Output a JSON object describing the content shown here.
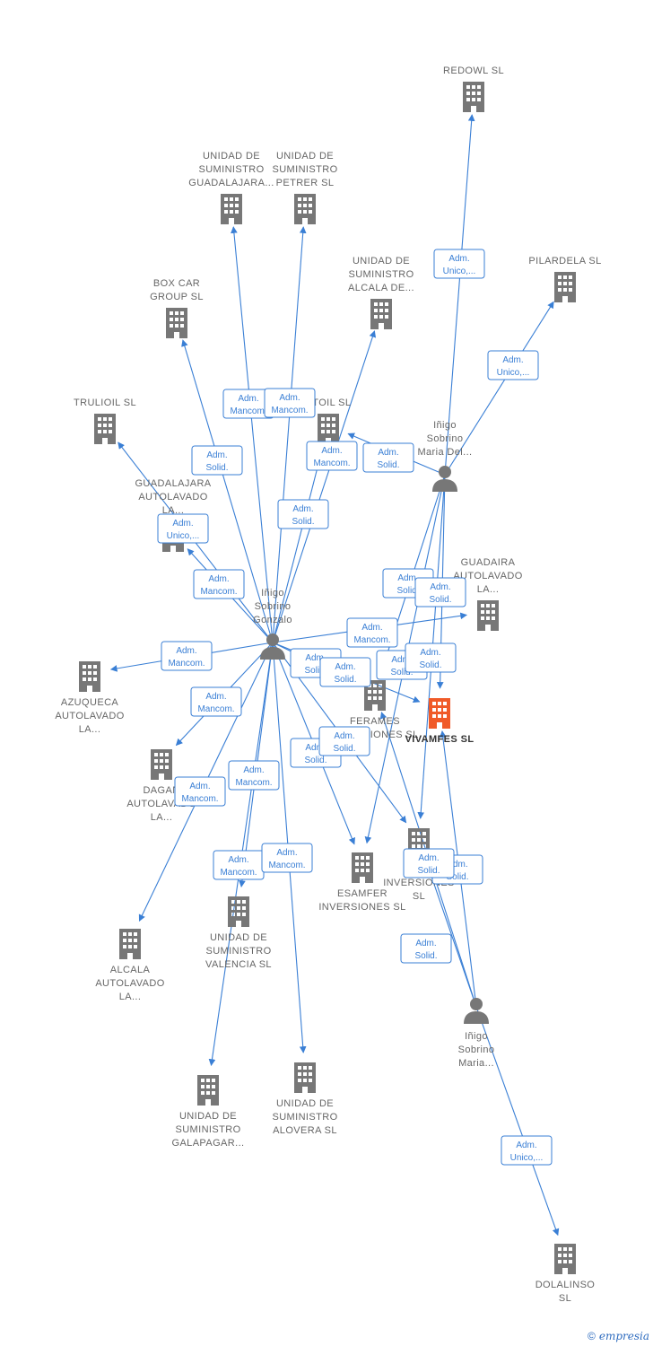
{
  "colors": {
    "edge": "#3a7fd5",
    "company": "#777777",
    "main_company": "#f05a28",
    "person": "#777777"
  },
  "nodes": [
    {
      "id": "redowl",
      "type": "company",
      "lines": [
        "REDOWL  SL"
      ]
    },
    {
      "id": "pilardela",
      "type": "company",
      "lines": [
        "PILARDELA  SL"
      ]
    },
    {
      "id": "guadalajara_sum",
      "type": "company",
      "lines": [
        "UNIDAD DE",
        "SUMINISTRO",
        "GUADALAJARA..."
      ]
    },
    {
      "id": "petrer",
      "type": "company",
      "lines": [
        "UNIDAD DE",
        "SUMINISTRO",
        "PETRER  SL"
      ]
    },
    {
      "id": "alcala_sum",
      "type": "company",
      "lines": [
        "UNIDAD DE",
        "SUMINISTRO",
        "ALCALA DE..."
      ]
    },
    {
      "id": "boxcar",
      "type": "company",
      "lines": [
        "BOX CAR",
        "GROUP  SL"
      ]
    },
    {
      "id": "trulioil",
      "type": "company",
      "lines": [
        "TRULIOIL  SL"
      ]
    },
    {
      "id": "etoil",
      "type": "company",
      "lines": [
        "ETOIL  SL"
      ]
    },
    {
      "id": "guadalajara_auto",
      "type": "company",
      "lines": [
        "GUADALAJARA",
        "AUTOLAVADO",
        "LA..."
      ]
    },
    {
      "id": "p_inigo_del",
      "type": "person",
      "lines": [
        "Iñigo",
        "Sobrino",
        "Maria Del..."
      ]
    },
    {
      "id": "guadaira",
      "type": "company",
      "lines": [
        "GUADAIRA",
        "AUTOLAVADO",
        "LA..."
      ]
    },
    {
      "id": "p_gonzalo",
      "type": "person",
      "lines": [
        "Iñigo",
        "Sobrino",
        "Gonzalo"
      ]
    },
    {
      "id": "azuqueca",
      "type": "company",
      "lines": [
        "AZUQUECA",
        "AUTOLAVADO",
        "LA..."
      ]
    },
    {
      "id": "ferames",
      "type": "company",
      "lines": [
        "FERAMES",
        "INVERSIONES SL"
      ]
    },
    {
      "id": "vivamfes",
      "type": "main",
      "lines": [
        "VIVAMFES  SL"
      ]
    },
    {
      "id": "dagan",
      "type": "company",
      "lines": [
        "DAGAN",
        "AUTOLAVADO",
        "LA..."
      ]
    },
    {
      "id": "esamfer",
      "type": "company",
      "lines": [
        "ESAMFER",
        "INVERSIONES SL"
      ]
    },
    {
      "id": "p_inversiones",
      "type": "company",
      "lines": [
        "P",
        "INVERSIONES",
        "SL"
      ]
    },
    {
      "id": "valencia",
      "type": "company",
      "lines": [
        "UNIDAD DE",
        "SUMINISTRO",
        "VALENCIA  SL"
      ]
    },
    {
      "id": "alcala_auto",
      "type": "company",
      "lines": [
        "ALCALA",
        "AUTOLAVADO",
        "LA..."
      ]
    },
    {
      "id": "p_inigo_maria",
      "type": "person",
      "lines": [
        "Iñigo",
        "Sobrino",
        "Maria..."
      ]
    },
    {
      "id": "galapagar",
      "type": "company",
      "lines": [
        "UNIDAD DE",
        "SUMINISTRO",
        "GALAPAGAR..."
      ]
    },
    {
      "id": "alovera",
      "type": "company",
      "lines": [
        "UNIDAD DE",
        "SUMINISTRO",
        "ALOVERA  SL"
      ]
    },
    {
      "id": "dolalinso",
      "type": "company",
      "lines": [
        "DOLALINSO",
        "SL"
      ]
    }
  ],
  "edges": [
    {
      "from": "p_inigo_del",
      "to": "redowl",
      "label": [
        "Adm.",
        "Unico,..."
      ]
    },
    {
      "from": "p_inigo_del",
      "to": "pilardela",
      "label": [
        "Adm.",
        "Unico,..."
      ]
    },
    {
      "from": "p_inigo_del",
      "to": "etoil",
      "label": [
        "Adm.",
        "Solid."
      ]
    },
    {
      "from": "p_inigo_del",
      "to": "esamfer",
      "label": [
        "Adm.",
        "Solid."
      ]
    },
    {
      "from": "p_inigo_del",
      "to": "vivamfes",
      "label": [
        "Adm.",
        "Solid."
      ]
    },
    {
      "from": "p_inigo_del",
      "to": "ferames",
      "label": [
        "Adm.",
        "Solid."
      ]
    },
    {
      "from": "p_inigo_del",
      "to": "p_inversiones",
      "label": [
        "Adm.",
        "Solid."
      ]
    },
    {
      "from": "p_gonzalo",
      "to": "guadalajara_sum",
      "label": [
        "Adm.",
        "Mancom."
      ]
    },
    {
      "from": "p_gonzalo",
      "to": "petrer",
      "label": [
        "Adm.",
        "Mancom."
      ]
    },
    {
      "from": "p_gonzalo",
      "to": "alcala_sum",
      "label": [
        "Adm.",
        "Mancom."
      ]
    },
    {
      "from": "p_gonzalo",
      "to": "boxcar",
      "label": [
        "Adm.",
        "Solid."
      ]
    },
    {
      "from": "p_gonzalo",
      "to": "etoil",
      "label": [
        "Adm.",
        "Solid."
      ]
    },
    {
      "from": "p_gonzalo",
      "to": "trulioil",
      "label": [
        "Adm.",
        "Unico,..."
      ]
    },
    {
      "from": "p_gonzalo",
      "to": "guadalajara_auto",
      "label": [
        "Adm.",
        "Mancom."
      ]
    },
    {
      "from": "p_gonzalo",
      "to": "guadaira",
      "label": [
        "Adm.",
        "Mancom."
      ]
    },
    {
      "from": "p_gonzalo",
      "to": "azuqueca",
      "label": [
        "Adm.",
        "Mancom."
      ]
    },
    {
      "from": "p_gonzalo",
      "to": "ferames",
      "label": [
        "Adm.",
        "Solid."
      ]
    },
    {
      "from": "p_gonzalo",
      "to": "vivamfes",
      "label": [
        "Adm.",
        "Solid."
      ]
    },
    {
      "from": "p_gonzalo",
      "to": "dagan",
      "label": [
        "Adm.",
        "Mancom."
      ]
    },
    {
      "from": "p_gonzalo",
      "to": "esamfer",
      "label": [
        "Adm.",
        "Solid."
      ]
    },
    {
      "from": "p_gonzalo",
      "to": "p_inversiones",
      "label": [
        "Adm.",
        "Solid."
      ]
    },
    {
      "from": "p_gonzalo",
      "to": "alcala_auto",
      "label": [
        "Adm.",
        "Mancom."
      ]
    },
    {
      "from": "p_gonzalo",
      "to": "valencia",
      "label": [
        "Adm.",
        "Mancom."
      ]
    },
    {
      "from": "p_gonzalo",
      "to": "galapagar",
      "label": [
        "Adm.",
        "Mancom."
      ]
    },
    {
      "from": "p_gonzalo",
      "to": "alovera",
      "label": [
        "Adm.",
        "Mancom."
      ]
    },
    {
      "from": "p_inigo_maria",
      "to": "vivamfes",
      "label": [
        "Adm.",
        "Solid."
      ]
    },
    {
      "from": "p_inigo_maria",
      "to": "p_inversiones",
      "label": [
        "Adm.",
        "Solid."
      ]
    },
    {
      "from": "p_inigo_maria",
      "to": "ferames",
      "label": [
        "Adm.",
        "Solid."
      ]
    },
    {
      "from": "p_inigo_maria",
      "to": "dolalinso",
      "label": [
        "Adm.",
        "Unico,..."
      ]
    }
  ],
  "footer": {
    "copyright": "©",
    "brand": "empresia"
  }
}
